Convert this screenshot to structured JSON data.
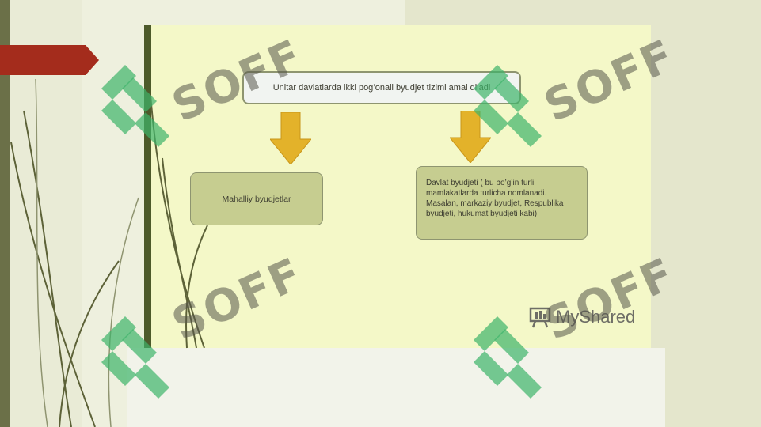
{
  "slide": {
    "top_box_text": "Unitar davlatlarda ikki pog’onali byudjet tizimi amal qiladi",
    "left_box_text": "Mahalliy byudjetlar",
    "right_box_text": "Davlat byudjeti ( bu bo’g’in turli mamlakatlarda turlicha nomlanadi. Masalan, markaziy byudjet, Respublika byudjeti, hukumat byudjeti kabi)"
  },
  "branding": {
    "myshared_label": "MyShared",
    "watermark_text": "SOFF"
  },
  "colors": {
    "slide_background": "#f4f8c8",
    "box_fill": "#c6cd90",
    "arrow_fill": "#e3b22a",
    "accent_red": "#a42c1c",
    "watermark_green": "#3db36a"
  },
  "icons": [
    "red-pointer-arrow-icon",
    "down-arrow-icon",
    "myshared-logo-icon",
    "soff-logo-icon"
  ]
}
